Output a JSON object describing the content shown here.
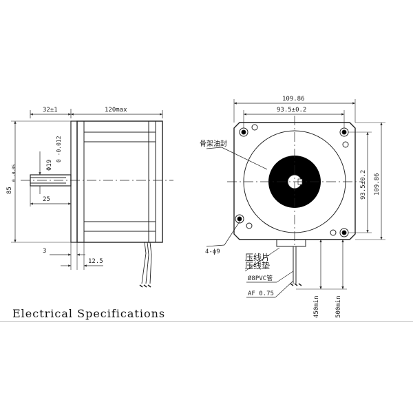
{
  "side_view": {
    "dim_top_left": "32±1",
    "dim_top_right": "120max",
    "dim_height": "85",
    "dim_height_tol": "0 -0.05",
    "dim_shaft_dia": "Φ19",
    "dim_shaft_tol": "0 -0.012",
    "dim_shaft_len": "25",
    "dim_flange": "3",
    "dim_flange_th": "12.5"
  },
  "front_view": {
    "dim_outer_width": "109.86",
    "dim_hole_spacing_h": "93.5±0.2",
    "dim_hole_spacing_v": "93.5±0.2",
    "dim_outer_height": "109.86",
    "label_seal": "骨架油封",
    "label_holes": "4-ϕ9",
    "label_clamp": "压线片",
    "label_pad": "压线垫",
    "label_tube": "Ø8PVC管",
    "label_wire": "AF 0.75",
    "dim_lead_1": "450min",
    "dim_lead_2": "500min"
  },
  "heading": "Electrical Specifications"
}
